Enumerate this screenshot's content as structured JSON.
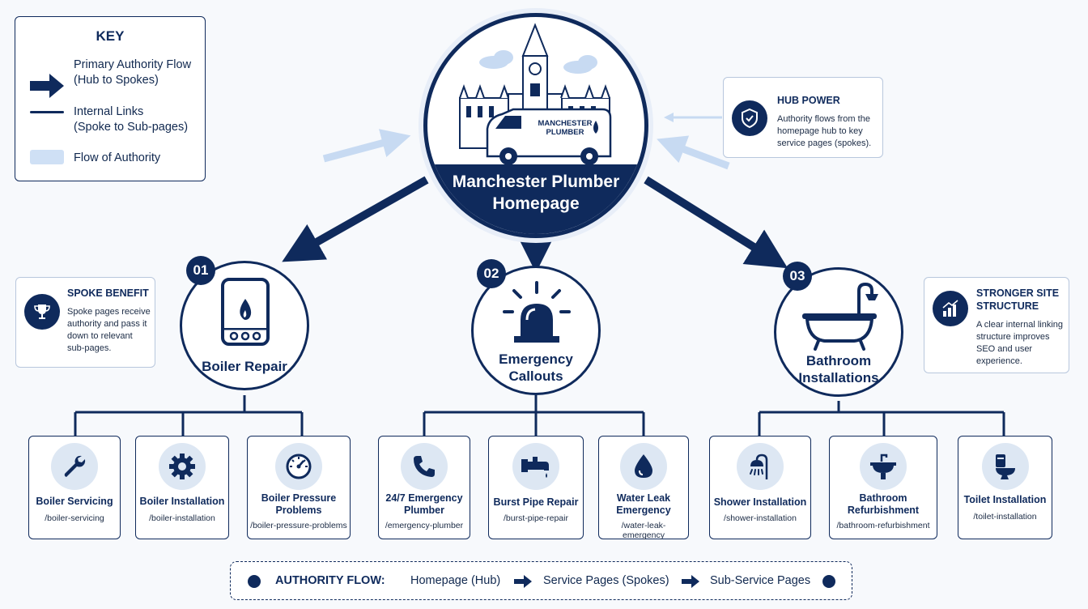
{
  "key": {
    "title": "KEY",
    "primary_line1": "Primary Authority Flow",
    "primary_line2": "(Hub to Spokes)",
    "internal_line1": "Internal Links",
    "internal_line2": "(Spoke to Sub-pages)",
    "flow": "Flow of Authority"
  },
  "hub": {
    "title_line1": "Manchester Plumber",
    "title_line2": "Homepage",
    "van_text_line1": "MANCHESTER",
    "van_text_line2": "PLUMBER"
  },
  "hub_power": {
    "title": "HUB POWER",
    "body": [
      "Authority flows from the",
      "homepage hub to key",
      "service pages (spokes)."
    ]
  },
  "spoke_benefit": {
    "title": "SPOKE BENEFIT",
    "body": [
      "Spoke pages receive",
      "authority and pass it",
      "down to relevant",
      "sub-pages."
    ]
  },
  "stronger_site": {
    "title_line1": "STRONGER SITE",
    "title_line2": "STRUCTURE",
    "body": [
      "A clear internal linking",
      "structure improves",
      "SEO and user",
      "experience."
    ]
  },
  "spokes": [
    {
      "number": "01",
      "label_line1": "Boiler Repair",
      "label_line2": "",
      "icon": "boiler-icon"
    },
    {
      "number": "02",
      "label_line1": "Emergency",
      "label_line2": "Callouts",
      "icon": "siren-icon"
    },
    {
      "number": "03",
      "label_line1": "Bathroom",
      "label_line2": "Installations",
      "icon": "bathtub-icon"
    }
  ],
  "subpages": [
    {
      "title_line1": "Boiler Servicing",
      "title_line2": "",
      "url": "/boiler-servicing",
      "icon": "wrench-icon"
    },
    {
      "title_line1": "Boiler Installation",
      "title_line2": "",
      "url": "/boiler-installation",
      "icon": "gear-icon"
    },
    {
      "title_line1": "Boiler Pressure",
      "title_line2": "Problems",
      "url": "/boiler-pressure-problems",
      "icon": "gauge-icon"
    },
    {
      "title_line1": "24/7 Emergency",
      "title_line2": "Plumber",
      "url": "/emergency-plumber",
      "icon": "phone-icon"
    },
    {
      "title_line1": "Burst Pipe Repair",
      "title_line2": "",
      "url": "/burst-pipe-repair",
      "icon": "pipe-icon"
    },
    {
      "title_line1": "Water Leak",
      "title_line2": "Emergency",
      "url": "/water-leak-emergency",
      "icon": "water-drop-icon"
    },
    {
      "title_line1": "Shower Installation",
      "title_line2": "",
      "url": "/shower-installation",
      "icon": "shower-icon"
    },
    {
      "title_line1": "Bathroom",
      "title_line2": "Refurbishment",
      "url": "/bathroom-refurbishment",
      "icon": "sink-icon"
    },
    {
      "title_line1": "Toilet Installation",
      "title_line2": "",
      "url": "/toilet-installation",
      "icon": "toilet-icon"
    }
  ],
  "footer": {
    "label": "AUTHORITY FLOW:",
    "step1": "Homepage (Hub)",
    "step2": "Service Pages (Spokes)",
    "step3": "Sub-Service Pages"
  },
  "colors": {
    "navy": "#0f2a5c",
    "light_blue": "#cfe0f5",
    "icon_bg": "#dde7f3",
    "background": "#f7f9fc"
  }
}
